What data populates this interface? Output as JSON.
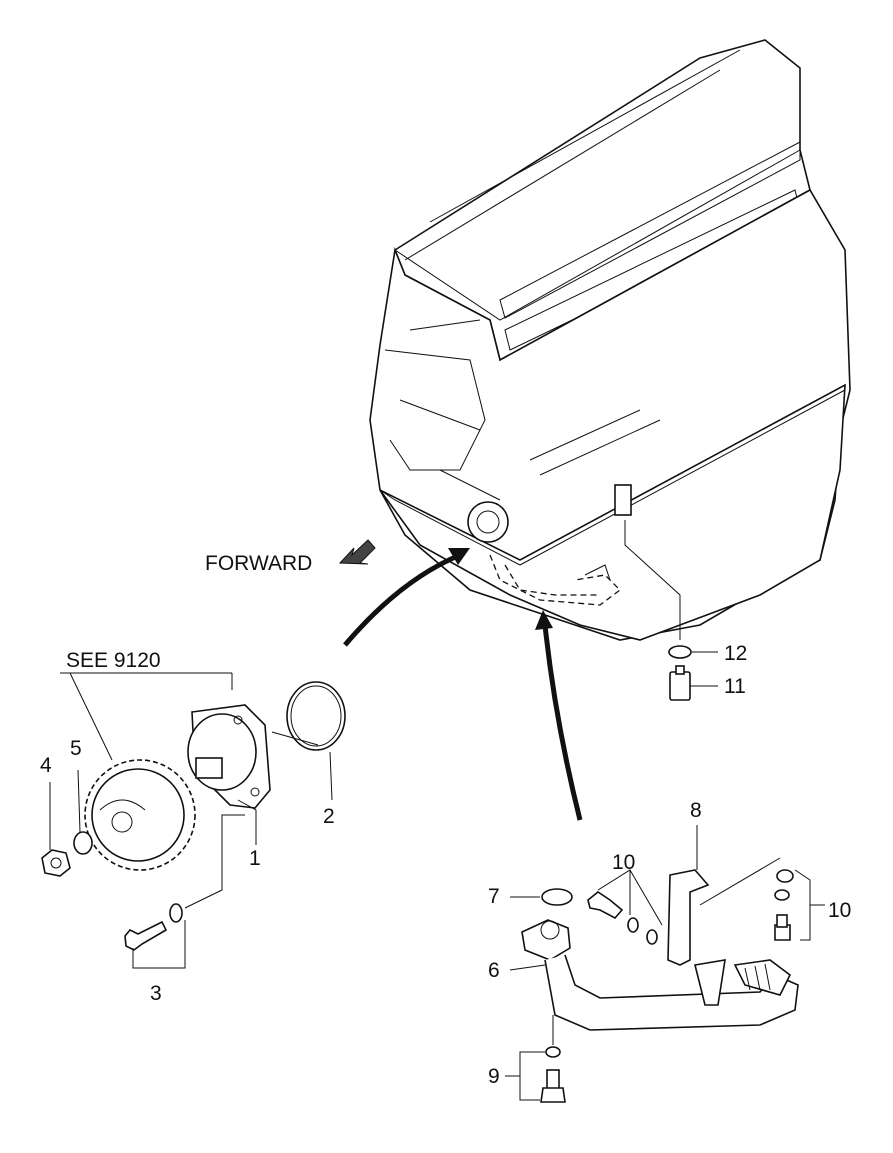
{
  "diagram": {
    "forward_label": "FORWARD",
    "see_reference": "SEE 9120",
    "callouts": {
      "c1": "1",
      "c2": "2",
      "c3": "3",
      "c4": "4",
      "c5": "5",
      "c6": "6",
      "c7": "7",
      "c8": "8",
      "c9": "9",
      "c10a": "10",
      "c10b": "10",
      "c11": "11",
      "c12": "12"
    }
  }
}
